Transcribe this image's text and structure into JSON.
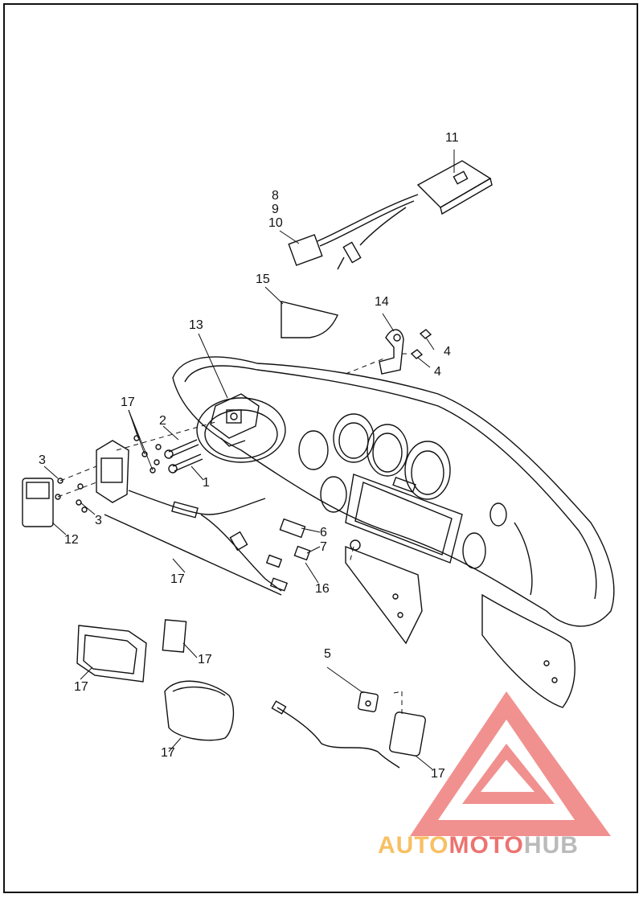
{
  "callouts": {
    "c11": "11",
    "c8": "8",
    "c9": "9",
    "c10": "10",
    "c15": "15",
    "c14": "14",
    "c13": "13",
    "c4a": "4",
    "c4b": "4",
    "c17a": "17",
    "c2": "2",
    "c1": "1",
    "c3a": "3",
    "c3b": "3",
    "c12": "12",
    "c6": "6",
    "c7": "7",
    "c16": "16",
    "c17b": "17",
    "c17c": "17",
    "c17d": "17",
    "c5": "5",
    "c17e": "17",
    "c17f": "17"
  },
  "watermark": {
    "part1": "AUTO",
    "part2": "MOTO",
    "part3": "HUB",
    "color_red": "#e53935",
    "color_orange": "#f5a623",
    "color_gray": "#9e9e9e"
  }
}
